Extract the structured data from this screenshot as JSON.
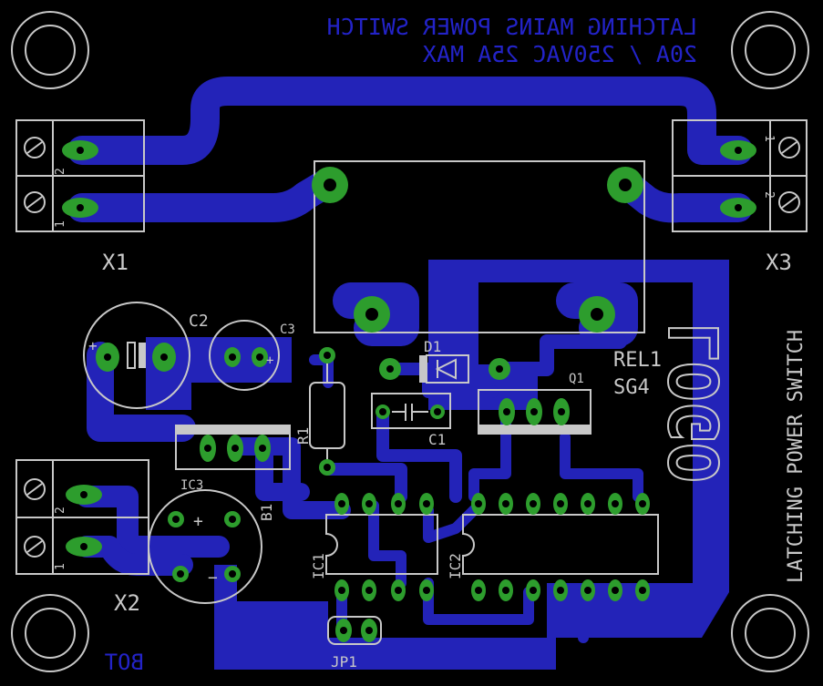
{
  "board": {
    "title_line1": "LATCHING MAINS POWER SWITCH",
    "title_line2": "20A / 250VAC 25A MAX",
    "side_title": "LATCHING POWER SWITCH",
    "bottom_label": "BOT",
    "logo_text": "LOGO"
  },
  "components": {
    "x1": "X1",
    "x2": "X2",
    "x3": "X3",
    "c1": "C1",
    "c2": "C2",
    "c3": "C3",
    "d1": "D1",
    "r1": "R1",
    "q1": "Q1",
    "ic1": "IC1",
    "ic2": "IC2",
    "ic3": "IC3",
    "b1": "B1",
    "jp1": "JP1",
    "rel1": "REL1",
    "sg4": "SG4",
    "pin1": "1",
    "pin2": "2",
    "plus": "+",
    "minus": "−"
  },
  "colors": {
    "background": "#000000",
    "copper": "#2323b8",
    "pad": "#2d9d2d",
    "silkscreen": "#c8c8c8"
  }
}
